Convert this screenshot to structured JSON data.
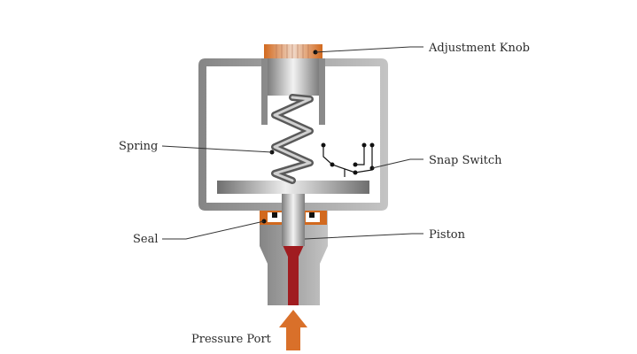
{
  "title": "Pressure Switch Diagram",
  "labels": {
    "adjustment_knob": "Adjustment Knob",
    "spring": "Spring",
    "snap_switch": "Snap Switch",
    "seal": "Seal",
    "piston": "Piston",
    "pressure_port": "Pressure Port"
  },
  "colors": {
    "housing": "#8a8a8a",
    "housing_light": "#c8c8c8",
    "knob": "#d2691e",
    "seal": "#d2691e",
    "fluid": "#a01c20",
    "arrow": "#d9702a",
    "text": "#2b2b2b"
  }
}
